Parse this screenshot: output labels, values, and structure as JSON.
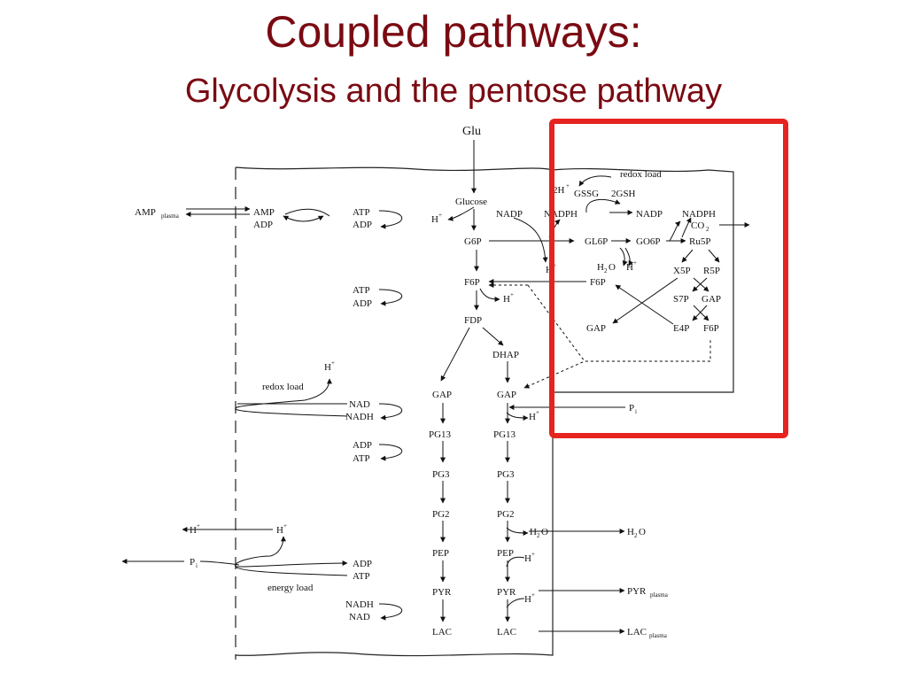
{
  "title": "Coupled pathways:",
  "subtitle": "Glycolysis and the pentose pathway",
  "highlight_color": "#e52420",
  "title_color": "#7a0a12",
  "labels": {
    "glu": "Glu",
    "glucose": "Glucose",
    "amp": "AMP",
    "amp_plasma": "AMP",
    "plasma": "plasma",
    "adp": "ADP",
    "atp": "ATP",
    "hplus": "H",
    "plus": "+",
    "g6p": "G6P",
    "f6p": "F6P",
    "fdp": "FDP",
    "dhap": "DHAP",
    "gap": "GAP",
    "pg13": "PG13",
    "pg3": "PG3",
    "pg2": "PG2",
    "pep": "PEP",
    "pyr": "PYR",
    "lac": "LAC",
    "nad": "NAD",
    "nadh": "NADH",
    "nadp": "NADP",
    "nadph": "NADPH",
    "redox_load": "redox load",
    "energy_load": "energy load",
    "pi": "P",
    "i": "i",
    "h2o_h": "H",
    "h2o_2": "2",
    "h2o_o": "O",
    "gl6p": "GL6P",
    "go6p": "GO6P",
    "ru5p": "Ru5P",
    "x5p": "X5P",
    "r5p": "R5P",
    "s7p": "S7P",
    "e4p": "E4P",
    "co2_c": "CO",
    "co2_2": "2",
    "gssg": "GSSG",
    "two_gsh": "2GSH",
    "two_h": "2H",
    "pyr_plasma": "PYR",
    "lac_plasma": "LAC"
  }
}
